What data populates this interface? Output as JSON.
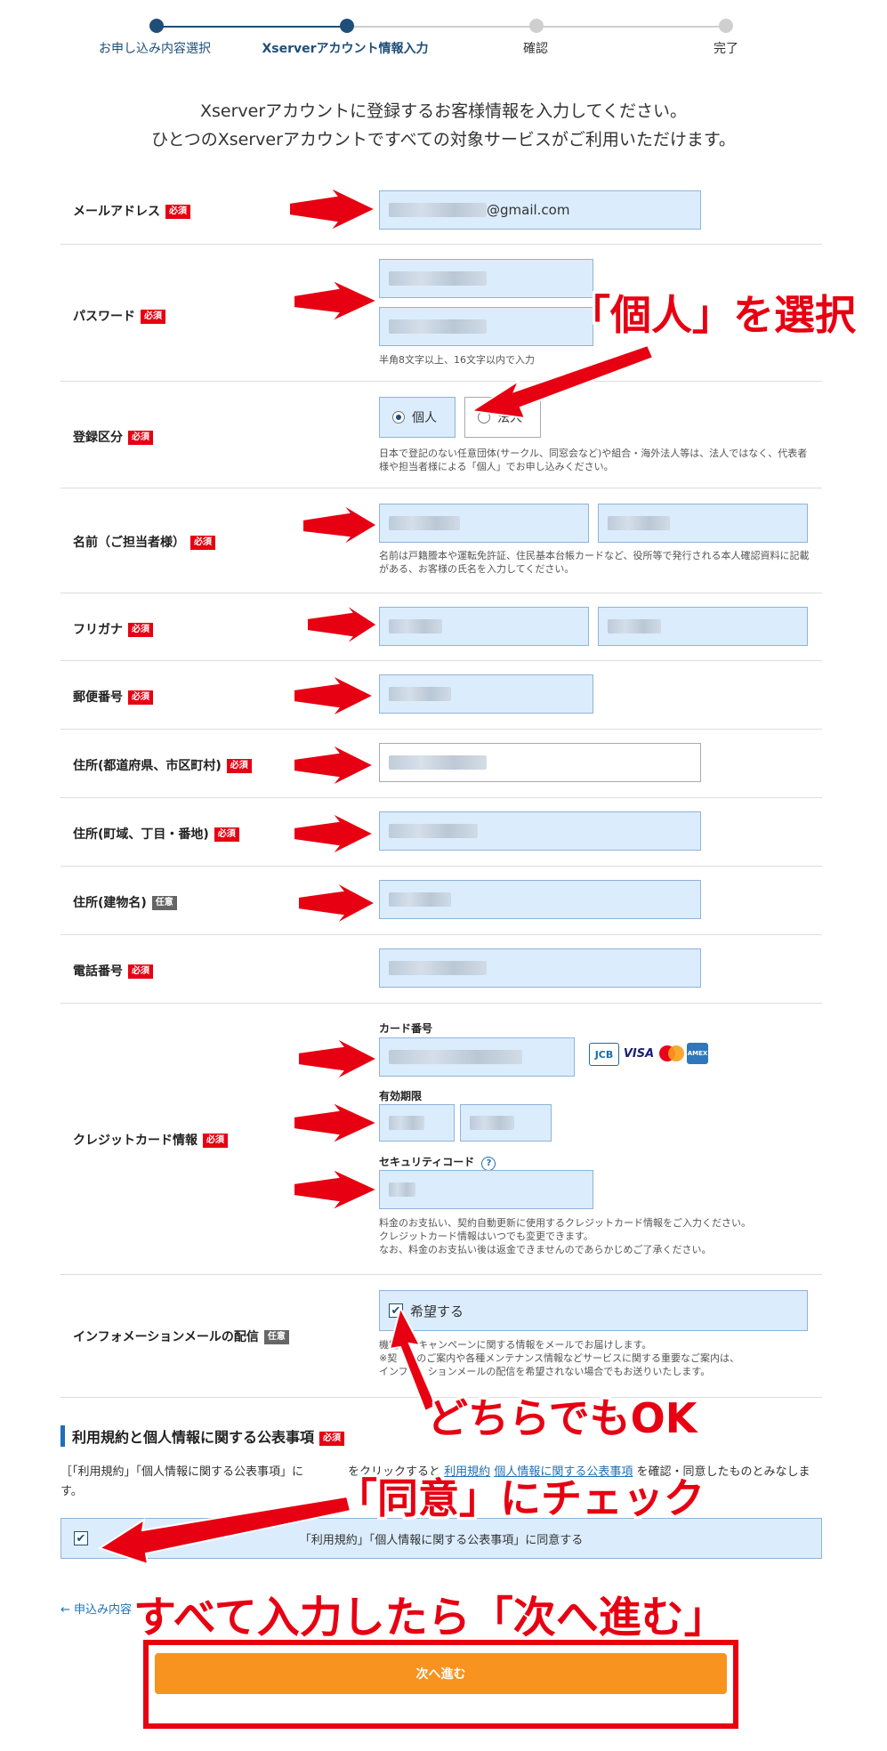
{
  "stepper": {
    "steps": [
      "お申し込み内容選択",
      "Xserverアカウント情報入力",
      "確認",
      "完了"
    ]
  },
  "intro": {
    "line1": "Xserverアカウントに登録するお客様情報を入力してください。",
    "line2": "ひとつのXserverアカウントですべての対象サービスがご利用いただけます。"
  },
  "badges": {
    "required": "必須",
    "optional": "任意"
  },
  "fields": {
    "email": {
      "label": "メールアドレス",
      "value_suffix": "@gmail.com"
    },
    "password": {
      "label": "パスワード",
      "hint": "半角8文字以上、16文字以内で入力"
    },
    "registration_type": {
      "label": "登録区分",
      "options": [
        "個人",
        "法人"
      ],
      "selected": "個人",
      "hint": "日本で登記のない任意団体(サークル、同窓会など)や組合・海外法人等は、法人ではなく、代表者様や担当者様による「個人」でお申し込みください。"
    },
    "name": {
      "label": "名前（ご担当者様）",
      "hint": "名前は戸籍謄本や運転免許証、住民基本台帳カードなど、役所等で発行される本人確認資料に記載がある、お客様の氏名を入力してください。"
    },
    "furigana": {
      "label": "フリガナ"
    },
    "postal": {
      "label": "郵便番号"
    },
    "address1": {
      "label": "住所(都道府県、市区町村)"
    },
    "address2": {
      "label": "住所(町域、丁目・番地)"
    },
    "address3": {
      "label": "住所(建物名)"
    },
    "phone": {
      "label": "電話番号"
    },
    "credit": {
      "label": "クレジットカード情報",
      "card_number_label": "カード番号",
      "expiry_label": "有効期限",
      "security_label": "セキュリティコード",
      "help_icon": "?",
      "brands": [
        "JCB",
        "VISA",
        "mastercard",
        "AMEX"
      ],
      "hint": "料金のお支払い、契約自動更新に使用するクレジットカード情報をご入力ください。\nクレジットカード情報はいつでも変更できます。\nなお、料金のお支払い後は返金できませんのであらかじめご了承ください。"
    },
    "info_mail": {
      "label": "インフォメーションメールの配信",
      "checkbox_label": "希望する",
      "hint": "機能　　キャンペーンに関する情報をメールでお届けします。\n※契　　のご案内や各種メンテナンス情報などサービスに関する重要なご案内は、\nインフォ　ションメールの配信を希望されない場合でもお送りいたします。"
    }
  },
  "terms": {
    "title": "利用規約と個人情報に関する公表事項",
    "text_before": "［「利用規約」「個人情報に関する公表事項」に",
    "text_middle": "をクリックすると",
    "link1": "利用規約",
    "link2": "個人情報に関する公表事項",
    "text_after": "を確認・同意したものとみなします。",
    "agree_label": "「利用規約」「個人情報に関する公表事項」に同意する"
  },
  "back_link": "← 申込み内容",
  "next_button": "次へ進む",
  "annotations": {
    "select_individual": "「個人」を選択",
    "either_ok": "どちらでもOK",
    "check_agree": "「同意」にチェック",
    "all_done": "すべて入力したら「次へ進む」"
  },
  "colors": {
    "accent": "#1f4e79",
    "annotation": "#e60012",
    "button": "#f7931e",
    "field_bg": "#dbecfd"
  }
}
